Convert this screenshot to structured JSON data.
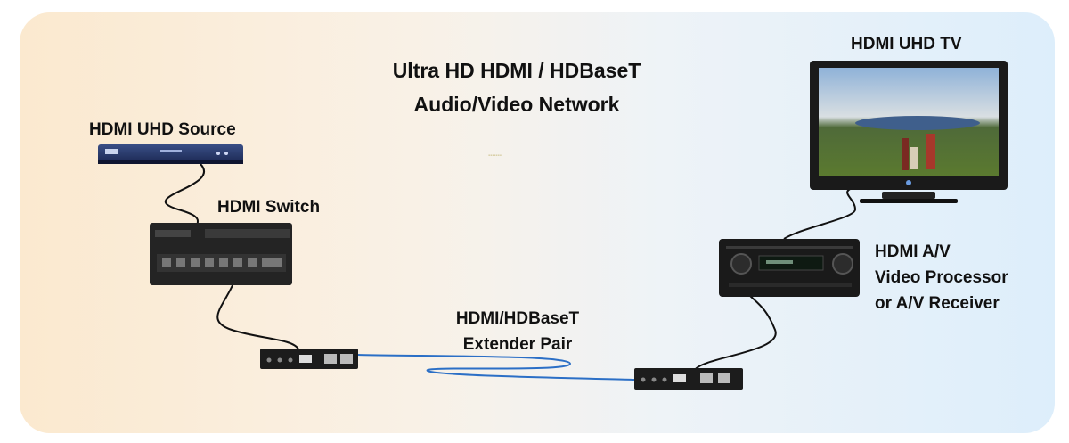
{
  "title": {
    "line1": "Ultra HD HDMI / HDBaseT",
    "line2": "Audio/Video Network"
  },
  "labels": {
    "source": "HDMI UHD Source",
    "switch": "HDMI Switch",
    "tv": "HDMI UHD TV",
    "receiver_line1": "HDMI A/V",
    "receiver_line2": "Video Processor",
    "receiver_line3": "or A/V Receiver",
    "extender_line1": "HDMI/HDBaseT",
    "extender_line2": "Extender Pair"
  },
  "colors": {
    "background_left": "#fbe9cf",
    "background_right": "#ddeefb",
    "hdmi_cable": "#111111",
    "hdbaset_cable": "#2b6fc6",
    "device_body": "#1c1c1c"
  }
}
